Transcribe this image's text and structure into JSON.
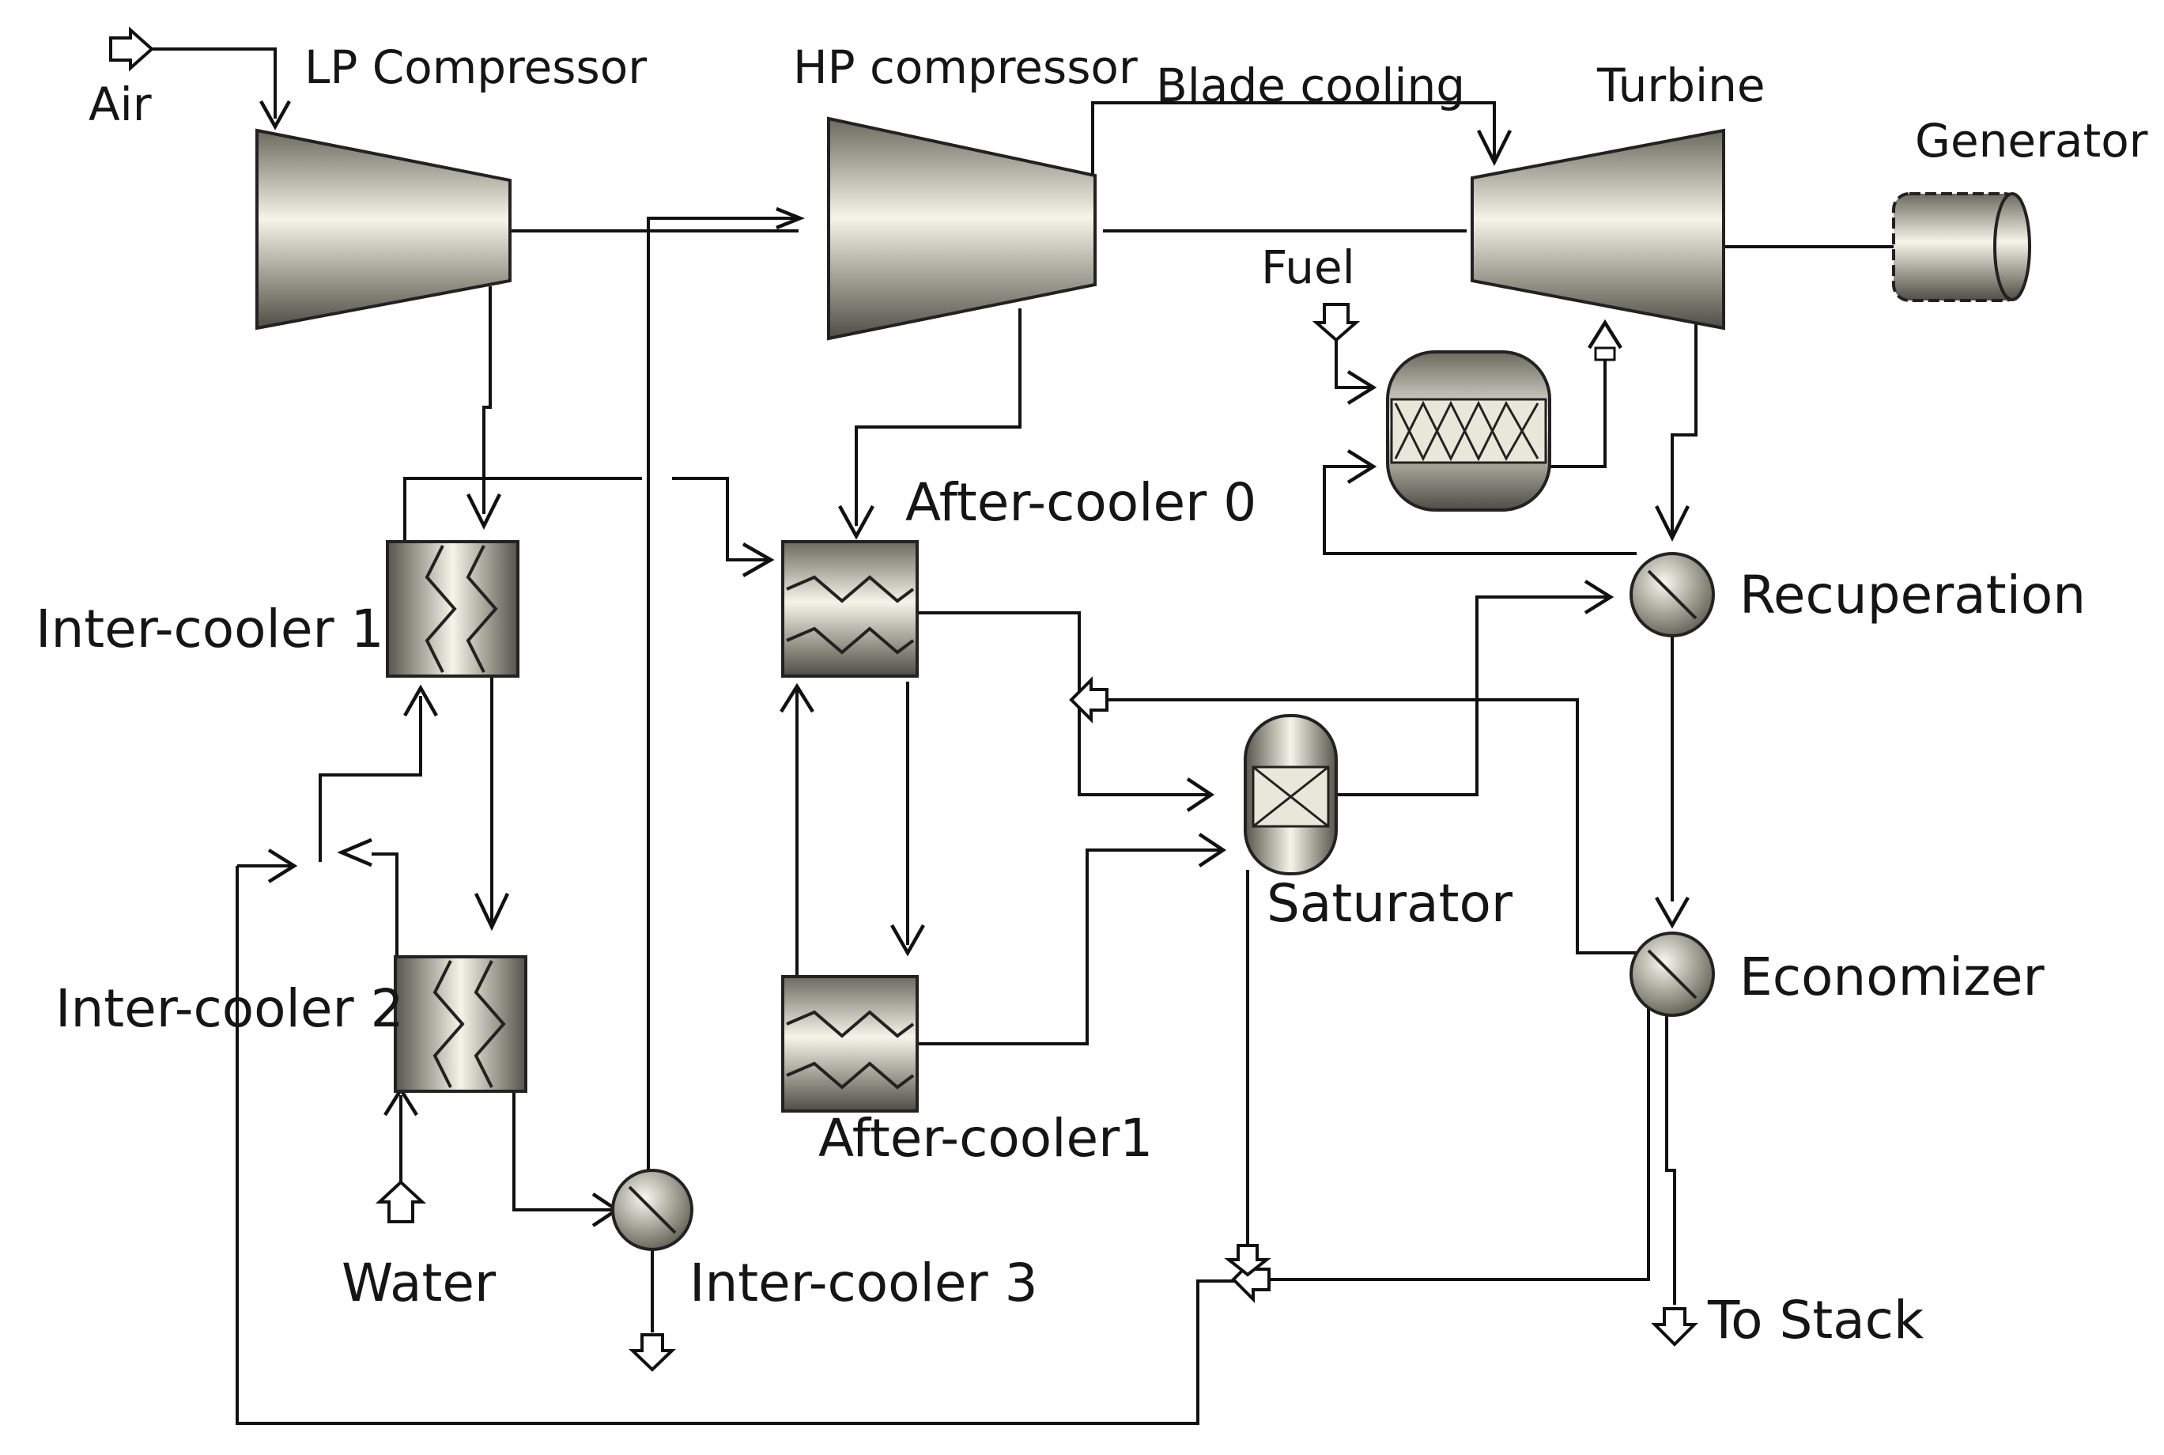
{
  "labels": {
    "air": "Air",
    "lp_compressor": "LP Compressor",
    "hp_compressor": "HP compressor",
    "blade_cooling": "Blade cooling",
    "turbine": "Turbine",
    "generator": "Generator",
    "fuel": "Fuel",
    "after_cooler_0": "After-cooler 0",
    "recuperation": "Recuperation",
    "inter_cooler_1": "Inter-cooler 1",
    "saturator": "Saturator",
    "inter_cooler_2": "Inter-cooler 2",
    "economizer": "Economizer",
    "after_cooler_1": "After-cooler1",
    "water": "Water",
    "inter_cooler_3": "Inter-cooler 3",
    "to_stack": "To Stack"
  },
  "colors": {
    "equipment_light": "#f2f2e4",
    "equipment_dark": "#5b5b50",
    "line": "#111111",
    "background": "#ffffff"
  }
}
